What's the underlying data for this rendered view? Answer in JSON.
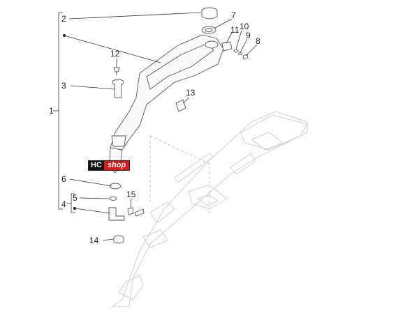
{
  "labels": {
    "l1": "1",
    "l2": "2",
    "l3": "3",
    "l4": "4",
    "l5": "5",
    "l6": "6",
    "l7": "7",
    "l8": "8",
    "l9": "9",
    "l10": "10",
    "l11": "11",
    "l12": "12",
    "l13": "13",
    "l14": "14",
    "l15": "15"
  },
  "logo": {
    "left": "HC",
    "right": "shop"
  },
  "colors": {
    "logo_red": "#d81b1b",
    "logo_black": "#111111",
    "line": "#333333"
  }
}
